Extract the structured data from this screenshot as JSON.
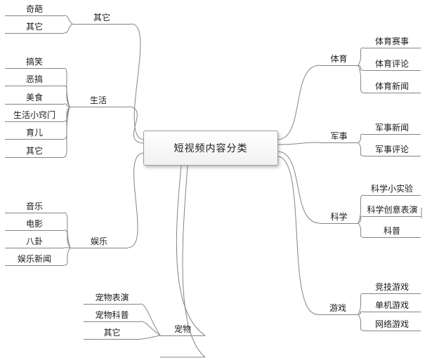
{
  "root": {
    "label": "短视频内容分类"
  },
  "branches": [
    {
      "label": "其它",
      "children": [
        "奇葩",
        "其它"
      ]
    },
    {
      "label": "生活",
      "children": [
        "搞笑",
        "恶搞",
        "美食",
        "生活小窍门",
        "育儿",
        "其它"
      ]
    },
    {
      "label": "娱乐",
      "children": [
        "音乐",
        "电影",
        "八卦",
        "娱乐新闻"
      ]
    },
    {
      "label": "宠物",
      "children": [
        "宠物表演",
        "宠物科普",
        "其它"
      ]
    },
    {
      "label": "体育",
      "children": [
        "体育赛事",
        "体育评论",
        "体育新闻"
      ]
    },
    {
      "label": "军事",
      "children": [
        "军事新闻",
        "军事评论"
      ]
    },
    {
      "label": "科学",
      "children": [
        "科学小实验",
        "科学创意表演",
        "科普"
      ]
    },
    {
      "label": "游戏",
      "children": [
        "竞技游戏",
        "单机游戏",
        "网络游戏"
      ]
    }
  ],
  "colors": {
    "line": "#848484",
    "text": "#1a1a1a",
    "node_border": "#9a9a9a"
  }
}
